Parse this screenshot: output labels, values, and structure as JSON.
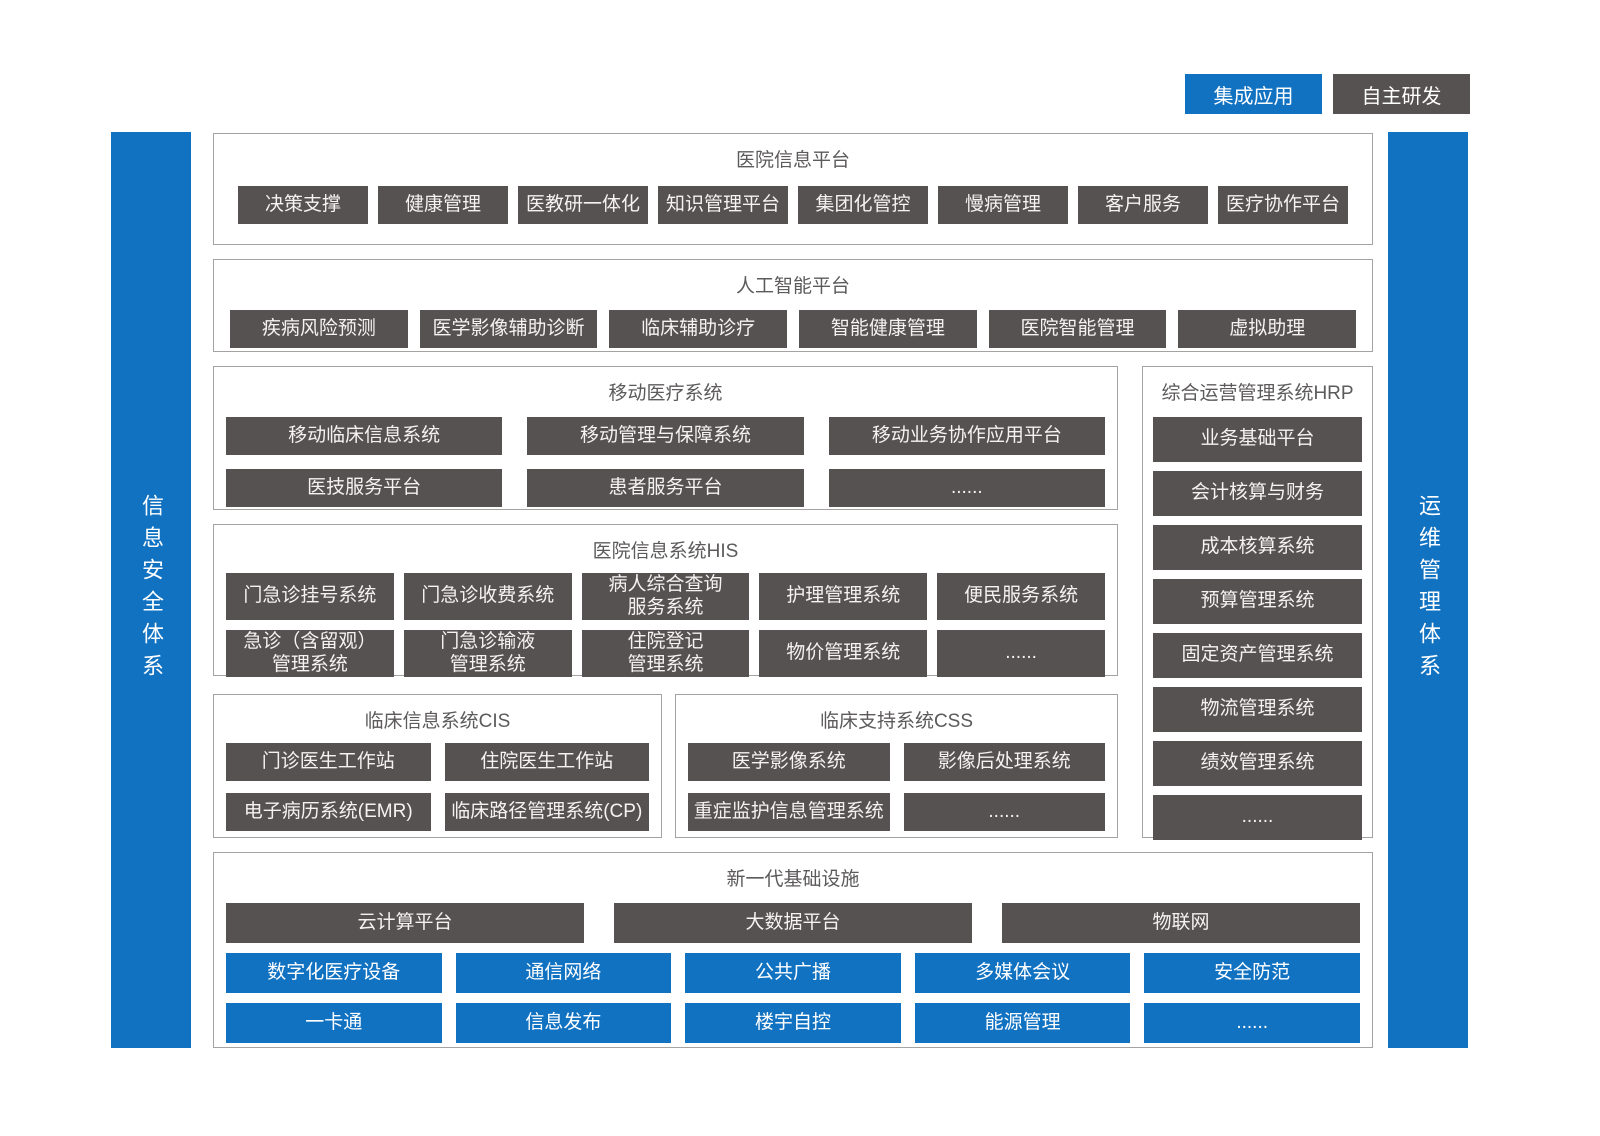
{
  "legend": {
    "integrated": "集成应用",
    "self_developed": "自主研发"
  },
  "side_bars": {
    "left": "信息安全体系",
    "right": "运维管理体系"
  },
  "colors": {
    "blue": "#1272c2",
    "dark_gray": "#575252",
    "box_border": "#a5a2a2",
    "title_text": "#5c5a5a"
  },
  "sections": {
    "hospital_info_platform": {
      "title": "医院信息平台",
      "items": [
        "决策支撑",
        "健康管理",
        "医教研一体化",
        "知识管理平台",
        "集团化管控",
        "慢病管理",
        "客户服务",
        "医疗协作平台"
      ]
    },
    "ai_platform": {
      "title": "人工智能平台",
      "items": [
        "疾病风险预测",
        "医学影像辅助诊断",
        "临床辅助诊疗",
        "智能健康管理",
        "医院智能管理",
        "虚拟助理"
      ]
    },
    "mobile_medical": {
      "title": "移动医疗系统",
      "row1": [
        "移动临床信息系统",
        "移动管理与保障系统",
        "移动业务协作应用平台"
      ],
      "row2": [
        "医技服务平台",
        "患者服务平台",
        "......"
      ]
    },
    "hrp": {
      "title": "综合运营管理系统HRP",
      "items": [
        "业务基础平台",
        "会计核算与财务",
        "成本核算系统",
        "预算管理系统",
        "固定资产管理系统",
        "物流管理系统",
        "绩效管理系统",
        "......"
      ]
    },
    "his": {
      "title": "医院信息系统HIS",
      "row1": [
        "门急诊挂号系统",
        "门急诊收费系统",
        "病人综合查询\n服务系统",
        "护理管理系统",
        "便民服务系统"
      ],
      "row2": [
        "急诊（含留观）\n管理系统",
        "门急诊输液\n管理系统",
        "住院登记\n管理系统",
        "物价管理系统",
        "......"
      ]
    },
    "cis": {
      "title": "临床信息系统CIS",
      "row1": [
        "门诊医生工作站",
        "住院医生工作站"
      ],
      "row2": [
        "电子病历系统(EMR)",
        "临床路径管理系统(CP)"
      ]
    },
    "css": {
      "title": "临床支持系统CSS",
      "row1": [
        "医学影像系统",
        "影像后处理系统"
      ],
      "row2": [
        "重症监护信息管理系统",
        "......"
      ]
    },
    "infrastructure": {
      "title": "新一代基础设施",
      "dark_row": [
        "云计算平台",
        "大数据平台",
        "物联网"
      ],
      "blue_row1": [
        "数字化医疗设备",
        "通信网络",
        "公共广播",
        "多媒体会议",
        "安全防范"
      ],
      "blue_row2": [
        "一卡通",
        "信息发布",
        "楼宇自控",
        "能源管理",
        "......"
      ]
    }
  }
}
